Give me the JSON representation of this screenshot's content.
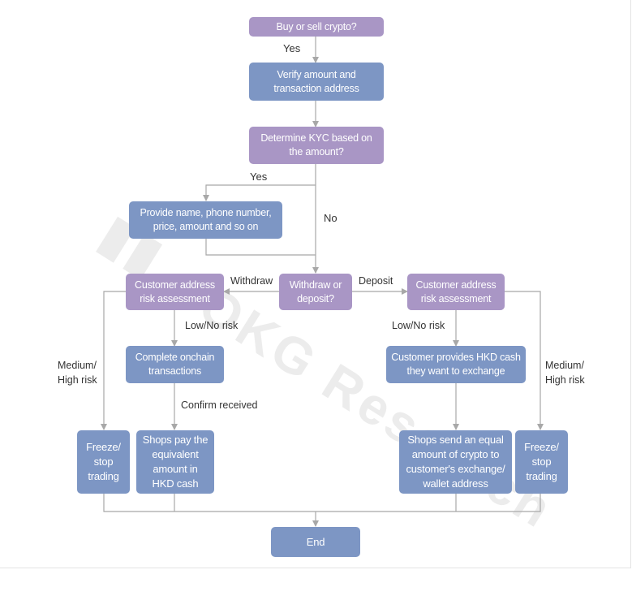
{
  "nodes": {
    "start": "Buy or sell crypto?",
    "verify": "Verify amount and transaction address",
    "kyc": "Determine KYC based on the amount?",
    "provide": "Provide name, phone number, price, amount and so on",
    "withdraw_deposit": "Withdraw or deposit?",
    "risk_left": "Customer address risk assessment",
    "risk_right": "Customer address risk assessment",
    "onchain": "Complete  onchain transactions",
    "hkd_cash": "Customer provides HKD cash they want to exchange",
    "freeze_left": "Freeze/ stop trading",
    "shops_pay": "Shops pay the equivalent amount in HKD cash",
    "shops_send": "Shops send an equal amount of crypto to customer's exchange/ wallet address",
    "freeze_right": "Freeze/ stop trading",
    "end": "End"
  },
  "labels": {
    "yes_1": "Yes",
    "yes_2": "Yes",
    "no": "No",
    "withdraw": "Withdraw",
    "deposit": "Deposit",
    "low_left": "Low/No risk",
    "low_right": "Low/No risk",
    "medium_left": "Medium/ High risk",
    "medium_right": "Medium/ High risk",
    "confirm": "Confirm received"
  },
  "watermark": "OKG Research",
  "colors": {
    "decision": "#a996c5",
    "process": "#7d96c4",
    "connector": "#a8a8a8"
  }
}
